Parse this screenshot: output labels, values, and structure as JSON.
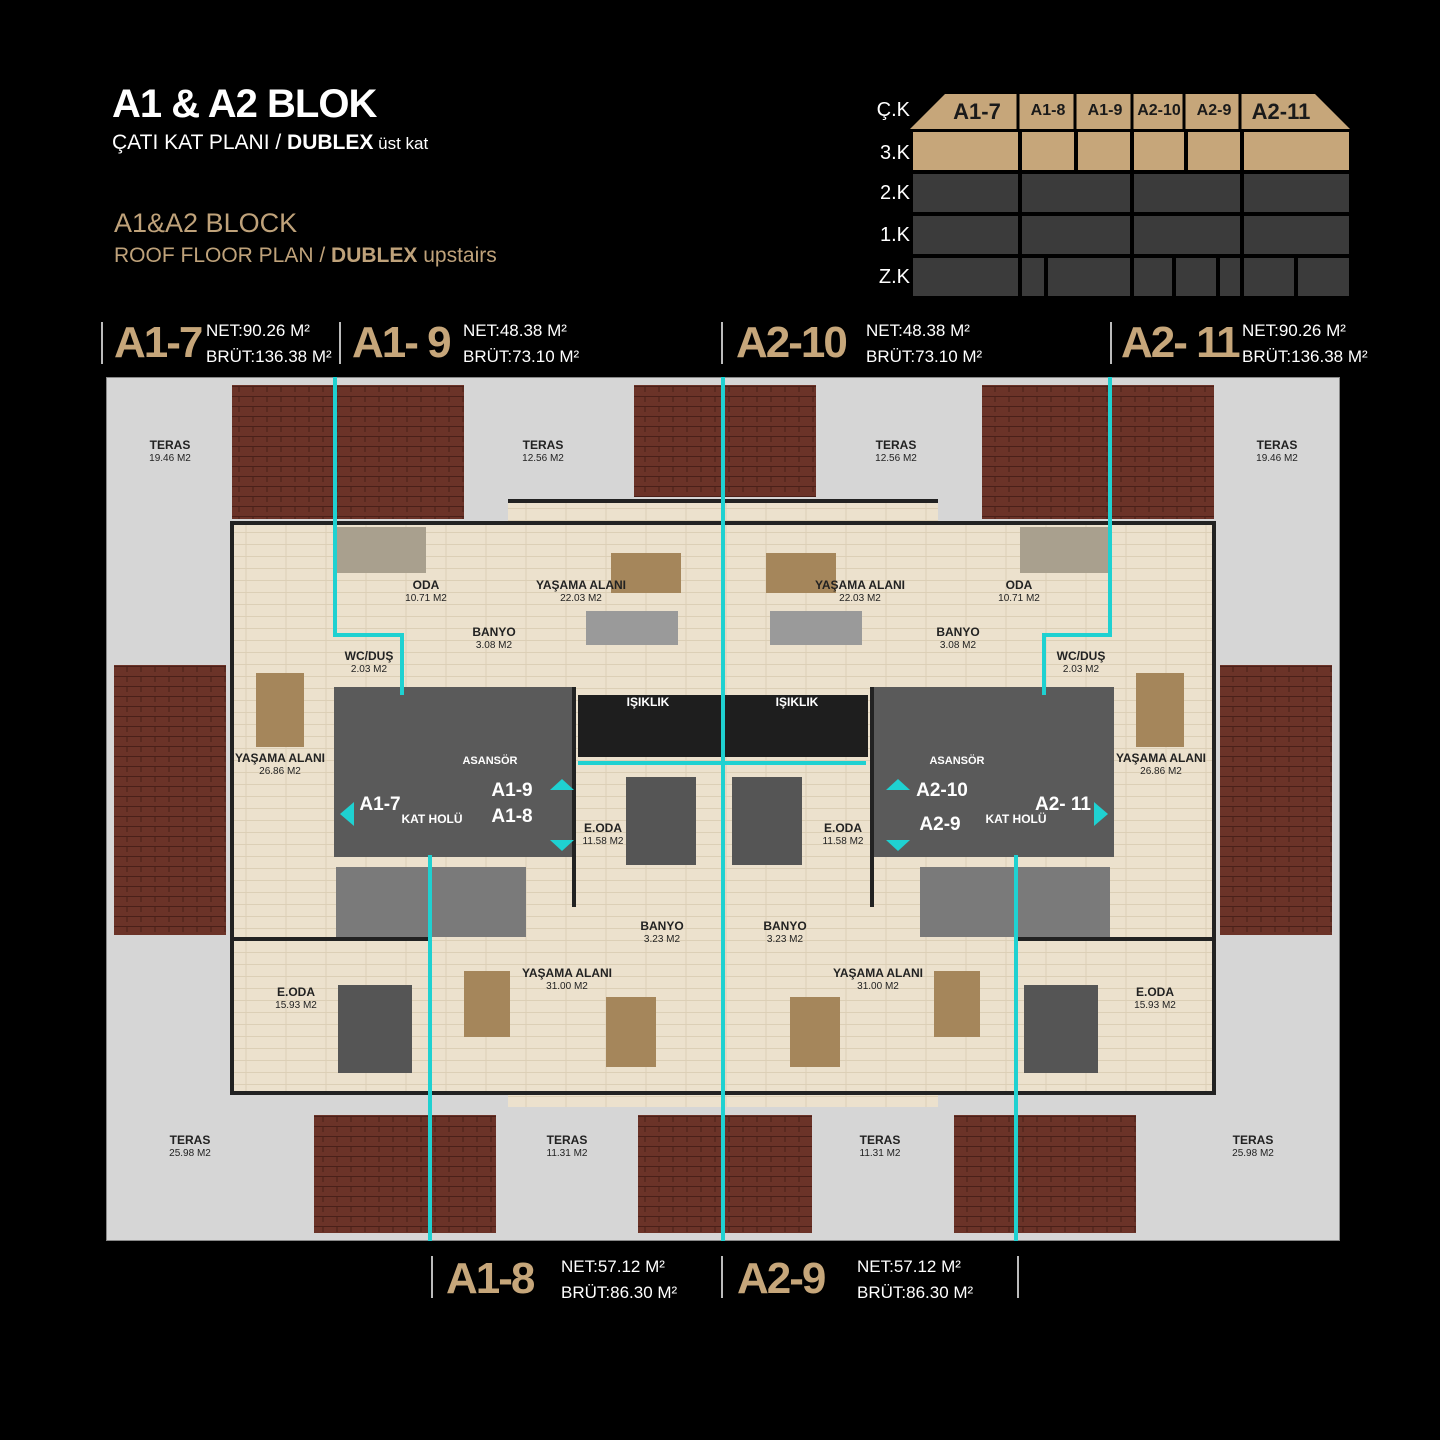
{
  "header": {
    "title": "A1 & A2 BLOK",
    "subtitle_pre": "ÇATI KAT PLANI / ",
    "subtitle_bold": "DUBLEX",
    "subtitle_post": " üst kat",
    "en_title": "A1&A2 BLOCK",
    "en_sub_pre": "ROOF FLOOR PLAN / ",
    "en_sub_bold": "DUBLEX",
    "en_sub_post": " upstairs"
  },
  "floor_key": {
    "floors": [
      "Ç.K",
      "3.K",
      "2.K",
      "1.K",
      "Z.K"
    ],
    "units": [
      "A1-7",
      "A1-8",
      "A1-9",
      "A2-10",
      "A2-9",
      "A2-11"
    ]
  },
  "units": {
    "a1_7": {
      "name": "A1-7",
      "net": "NET:90.26 M²",
      "brut": "BRÜT:136.38 M²"
    },
    "a1_9": {
      "name": "A1- 9",
      "net": "NET:48.38 M²",
      "brut": "BRÜT:73.10 M²"
    },
    "a2_10": {
      "name": "A2-10",
      "net": "NET:48.38 M²",
      "brut": "BRÜT:73.10 M²"
    },
    "a2_11": {
      "name": "A2- 11",
      "net": "NET:90.26 M²",
      "brut": "BRÜT:136.38 M²"
    },
    "a1_8": {
      "name": "A1-8",
      "net": "NET:57.12 M²",
      "brut": "BRÜT:86.30 M²"
    },
    "a2_9": {
      "name": "A2-9",
      "net": "NET:57.12 M²",
      "brut": "BRÜT:86.30 M²"
    }
  },
  "rooms": {
    "teras": "TERAS",
    "oda": "ODA",
    "eoda": "E.ODA",
    "banyo": "BANYO",
    "wc": "WC/DUŞ",
    "yasama": "YAŞAMA ALANI",
    "isiklik": "IŞIKLIK",
    "asansor": "ASANSÖR",
    "kat_holu": "KAT HOLÜ",
    "a_19_46": "19.46 M2",
    "a_12_56": "12.56 M2",
    "a_25_98": "25.98 M2",
    "a_11_31": "11.31 M2",
    "a_10_71": "10.71 M2",
    "a_22_03": "22.03 M2",
    "a_3_08": "3.08 M2",
    "a_2_03": "2.03 M2",
    "a_26_86": "26.86 M2",
    "a_11_58": "11.58 M2",
    "a_3_23": "3.23 M2",
    "a_31_00": "31.00 M2",
    "a_15_93": "15.93 M2"
  },
  "hall_tags": {
    "a1_7": "A1-7",
    "a1_9": "A1-9",
    "a1_8": "A1-8",
    "a2_10": "A2-10",
    "a2_9": "A2-9",
    "a2_11": "A2- 11"
  },
  "colors": {
    "accent_gold": "#c6a67a",
    "divider_cyan": "#1fd1d1",
    "terrace_grey": "#cfcfcf",
    "roof_tile": "#6b3328",
    "floor_beige": "#ece1cd",
    "background": "#000000"
  }
}
